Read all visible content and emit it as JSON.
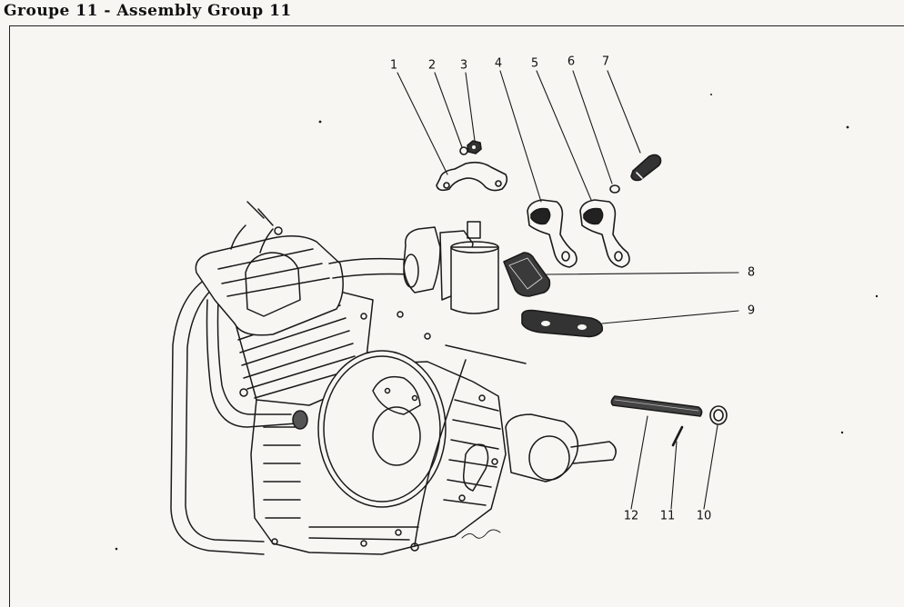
{
  "page": {
    "title": "Groupe 11 - Assembly Group 11"
  },
  "callouts": [
    {
      "id": "1",
      "label": "1"
    },
    {
      "id": "2",
      "label": "2"
    },
    {
      "id": "3",
      "label": "3"
    },
    {
      "id": "4",
      "label": "4"
    },
    {
      "id": "5",
      "label": "5"
    },
    {
      "id": "6",
      "label": "6"
    },
    {
      "id": "7",
      "label": "7"
    },
    {
      "id": "8",
      "label": "8"
    },
    {
      "id": "9",
      "label": "9"
    },
    {
      "id": "10",
      "label": "10"
    },
    {
      "id": "11",
      "label": "11"
    },
    {
      "id": "12",
      "label": "12"
    }
  ],
  "colors": {
    "ink": "#1a1a1a",
    "paper": "#f7f6f3",
    "shade": "#555555"
  }
}
